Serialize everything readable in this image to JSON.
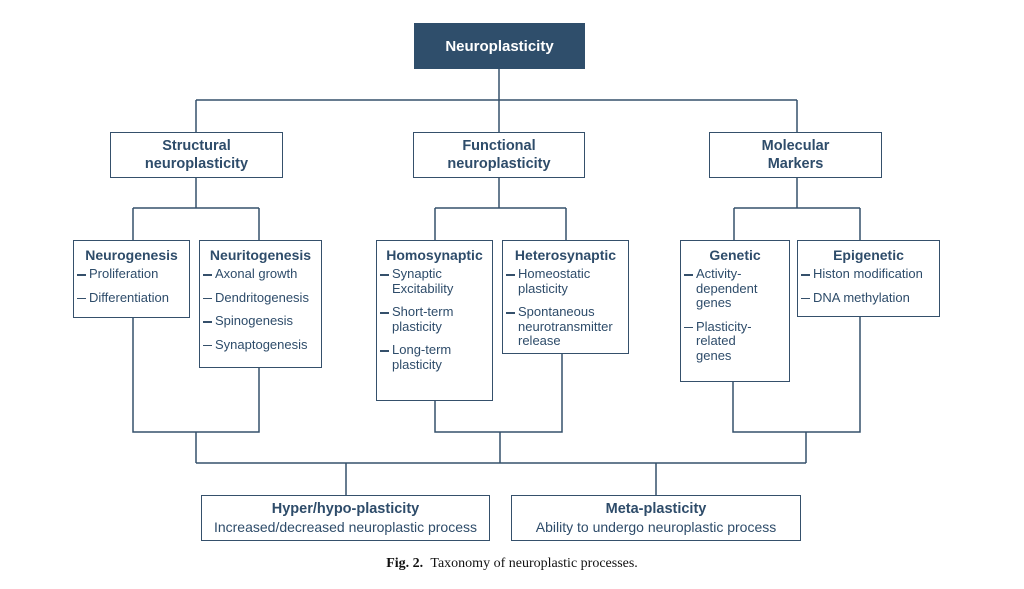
{
  "diagram": {
    "root": "Neuroplasticity",
    "categories": [
      {
        "label": "Structural\nneuroplasticity"
      },
      {
        "label": "Functional\nneuroplasticity"
      },
      {
        "label": "Molecular\nMarkers"
      }
    ],
    "leaves": [
      {
        "title": "Neurogenesis",
        "items": [
          "Proliferation",
          "Differentiation"
        ]
      },
      {
        "title": "Neuritogenesis",
        "items": [
          "Axonal growth",
          "Dendritogenesis",
          "Spinogenesis",
          "Synaptogenesis"
        ]
      },
      {
        "title": "Homosynaptic",
        "items": [
          "Synaptic\nExcitability",
          "Short-term\nplasticity",
          "Long-term\nplasticity"
        ]
      },
      {
        "title": "Heterosynaptic",
        "items": [
          "Homeostatic\nplasticity",
          "Spontaneous\nneurotransmitter\nrelease"
        ]
      },
      {
        "title": "Genetic",
        "items": [
          "Activity-\ndependent\ngenes",
          "Plasticity-\nrelated\ngenes"
        ]
      },
      {
        "title": "Epigenetic",
        "items": [
          "Histon modification",
          "DNA methylation"
        ]
      }
    ],
    "outcomes": [
      {
        "title": "Hyper/hypo-plasticity",
        "desc": "Increased/decreased neuroplastic process"
      },
      {
        "title": "Meta-plasticity",
        "desc": "Ability to undergo neuroplastic process"
      }
    ],
    "colors": {
      "navy": "#2f4e6b",
      "line": "#35506b",
      "text": "#2e4c6a"
    }
  },
  "caption": {
    "label": "Fig. 2.",
    "text": "Taxonomy of neuroplastic processes."
  }
}
